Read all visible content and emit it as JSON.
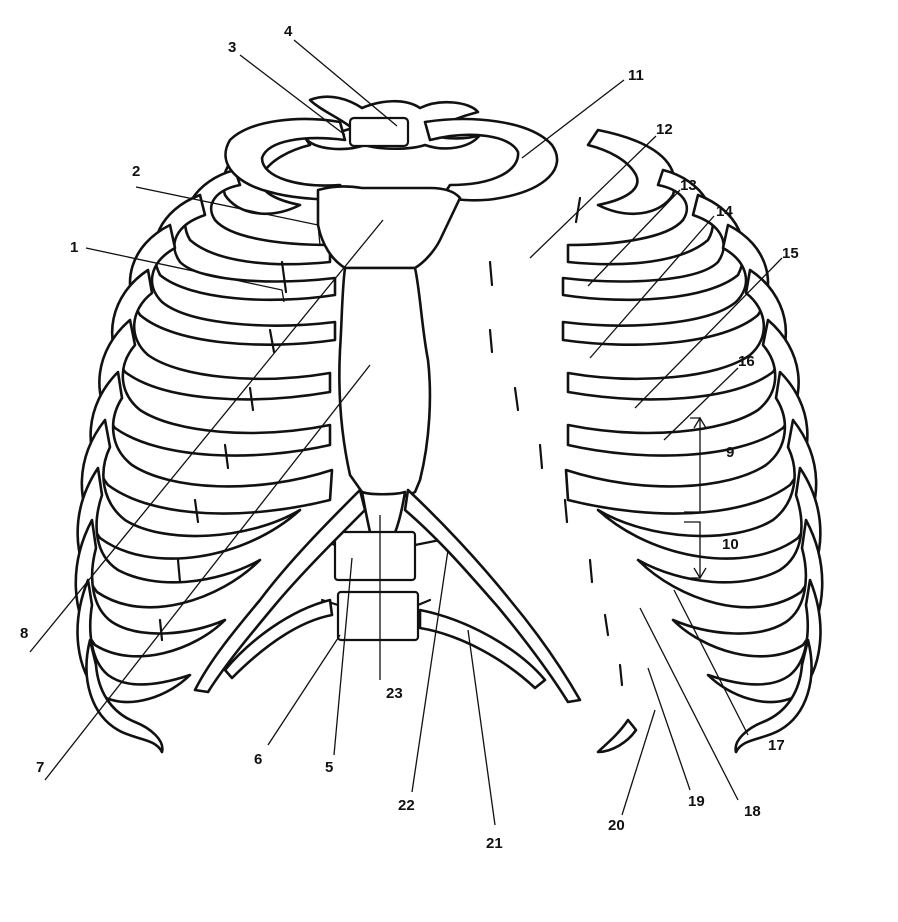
{
  "diagram": {
    "labels": [
      {
        "id": "1",
        "text": "1"
      },
      {
        "id": "2",
        "text": "2"
      },
      {
        "id": "3",
        "text": "3"
      },
      {
        "id": "4",
        "text": "4"
      },
      {
        "id": "5",
        "text": "5"
      },
      {
        "id": "6",
        "text": "6"
      },
      {
        "id": "7",
        "text": "7"
      },
      {
        "id": "8",
        "text": "8"
      },
      {
        "id": "9",
        "text": "9"
      },
      {
        "id": "10",
        "text": "10"
      },
      {
        "id": "11",
        "text": "11"
      },
      {
        "id": "12",
        "text": "12"
      },
      {
        "id": "13",
        "text": "13"
      },
      {
        "id": "14",
        "text": "14"
      },
      {
        "id": "15",
        "text": "15"
      },
      {
        "id": "16",
        "text": "16"
      },
      {
        "id": "17",
        "text": "17"
      },
      {
        "id": "18",
        "text": "18"
      },
      {
        "id": "19",
        "text": "19"
      },
      {
        "id": "20",
        "text": "20"
      },
      {
        "id": "21",
        "text": "21"
      },
      {
        "id": "22",
        "text": "22"
      },
      {
        "id": "23",
        "text": "23"
      }
    ],
    "colors": {
      "ink": "#111111",
      "paper": "#ffffff"
    }
  }
}
